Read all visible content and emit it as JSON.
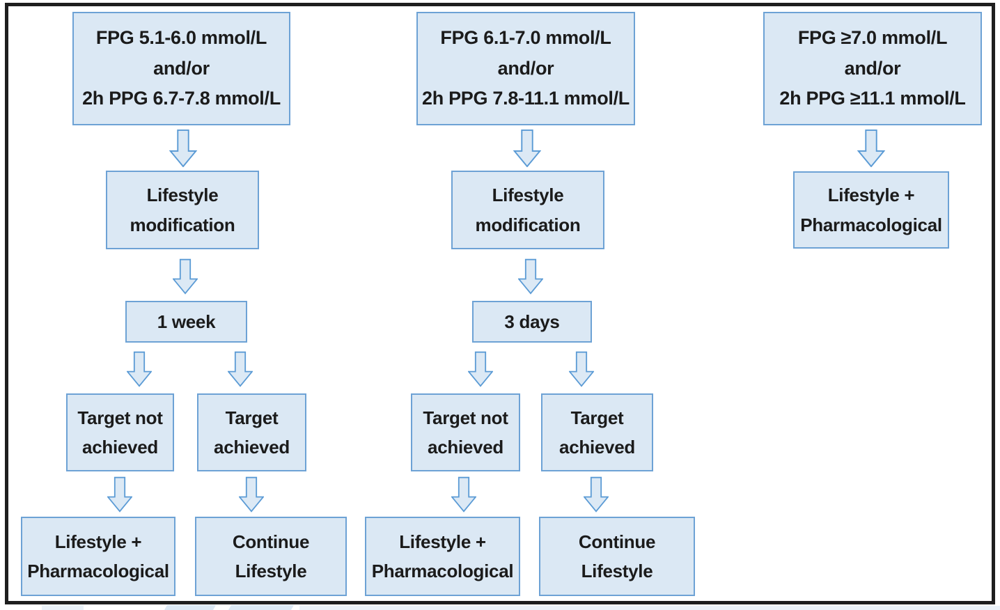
{
  "colors": {
    "box_fill": "#dbe8f4",
    "box_border": "#6da2d5",
    "arrow_fill": "#dce9f5",
    "arrow_border": "#5b9bd5",
    "text": "#1b1b1b",
    "frame_border": "#1e1e1e"
  },
  "icons": {
    "down_arrow": "down-arrow-icon"
  },
  "flowchart": {
    "column_ifg_mild": {
      "criteria": "FPG 5.1-6.0 mmol/L\nand/or\n2h PPG 6.7-7.8 mmol/L",
      "step": "Lifestyle\nmodification",
      "review_period": "1 week",
      "target_not_achieved": "Target not\nachieved",
      "target_achieved": "Target\nachieved",
      "outcome_not_achieved": "Lifestyle +\nPharmacological",
      "outcome_achieved": "Continue\nLifestyle"
    },
    "column_ifg_moderate": {
      "criteria": "FPG 6.1-7.0 mmol/L\nand/or\n2h PPG 7.8-11.1 mmol/L",
      "step": "Lifestyle\nmodification",
      "review_period": "3 days",
      "target_not_achieved": "Target not\nachieved",
      "target_achieved": "Target\nachieved",
      "outcome_not_achieved": "Lifestyle +\nPharmacological",
      "outcome_achieved": "Continue\nLifestyle"
    },
    "column_overt": {
      "criteria": "FPG ≥7.0 mmol/L\nand/or\n2h PPG ≥11.1 mmol/L",
      "treatment": "Lifestyle +\nPharmacological"
    }
  }
}
